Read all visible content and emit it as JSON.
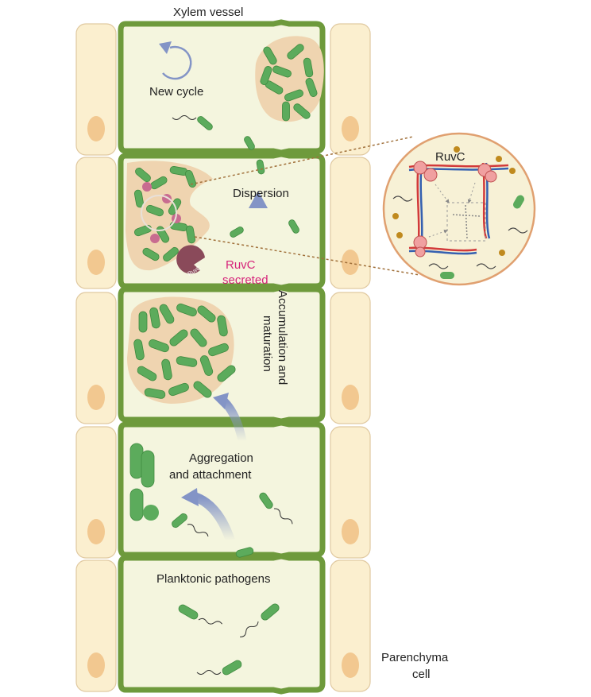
{
  "figure": {
    "title": "Xylem vessel",
    "parenchyma_label_line1": "Parenchyma",
    "parenchyma_label_line2": "cell",
    "stages": {
      "new_cycle": "New cycle",
      "dispersion": "Dispersion",
      "ruvc_secreted_line1": "RuvC",
      "ruvc_secreted_line2": "secreted",
      "accumulation_line1": "Accumulation and",
      "accumulation_line2": "maturation",
      "aggregation_line1": "Aggregation",
      "aggregation_line2": "and attachment",
      "planktonic": "Planktonic pathogens"
    },
    "inset_label": "RuvC",
    "pacman_label": "RuvC"
  },
  "colors": {
    "vessel_wall": "#6e9a3c",
    "vessel_interior": "#f4f5de",
    "parenchyma_fill": "#fbefcf",
    "parenchyma_nucleus": "#f2c890",
    "biofilm_matrix": "#efd4b0",
    "bacterium": "#5cab5c",
    "arrow": "#8e9cc8",
    "ruvc_text": "#d6247a",
    "inset_fill": "#f7f1d6",
    "inset_border": "#e0a070"
  }
}
